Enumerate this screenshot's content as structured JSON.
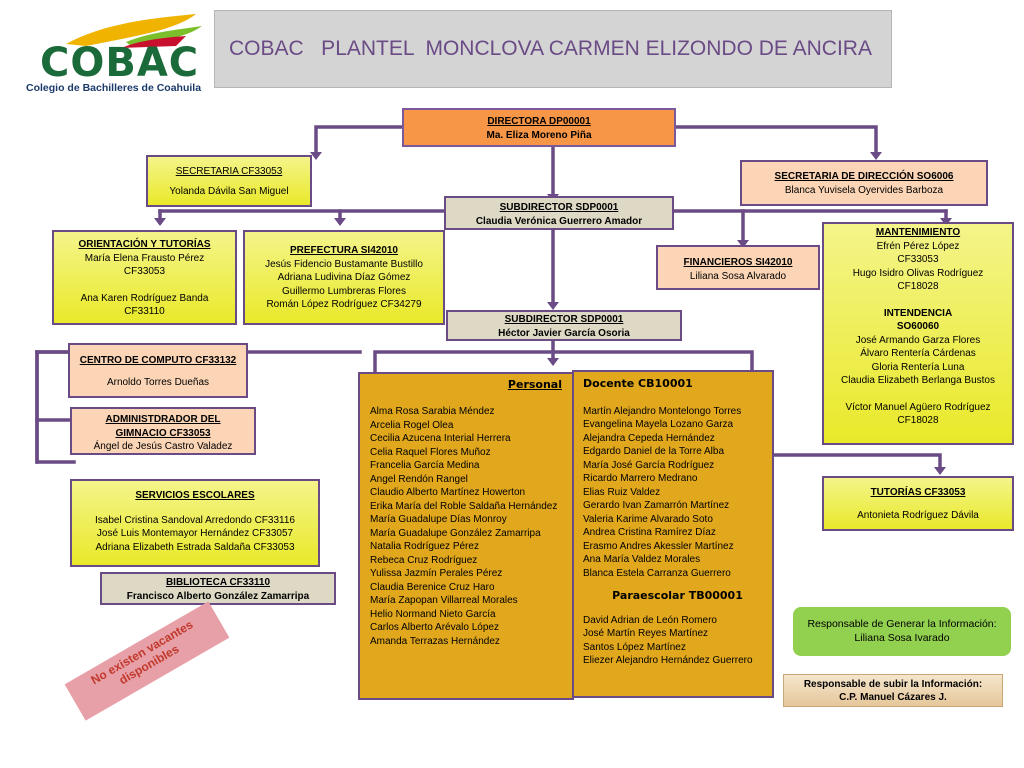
{
  "header": {
    "logo_name": "COBAC",
    "logo_subtitle": "Colegio de Bachilleres de Coahuila",
    "title": "COBAC   PLANTEL  MONCLOVA CARMEN ELIZONDO DE ANCIRA"
  },
  "directora": {
    "title": "DIRECTORA  DP00001",
    "name": "Ma. Eliza Moreno Piña"
  },
  "secretaria": {
    "title": "SECRETARIA   CF33053",
    "name": "Yolanda Dávila San Miguel"
  },
  "secretaria_direccion": {
    "title": "SECRETARIA DE DIRECCIÓN SO6006",
    "name": "Blanca Yuvisela Oyervides Barboza"
  },
  "subdirector1": {
    "title": "SUBDIRECTOR  SDP0001",
    "name": "Claudia Verónica Guerrero Amador"
  },
  "orientacion": {
    "title": "ORIENTACIÓN Y TUTORÍAS",
    "lines": [
      "María Elena Frausto Pérez",
      "CF33053",
      "",
      "Ana Karen Rodríguez Banda",
      "CF33110"
    ]
  },
  "prefectura": {
    "title": "PREFECTURA SI42010",
    "lines": [
      "Jesús Fidencio Bustamante Bustillo",
      "Adriana Ludivina Díaz Gómez",
      "Guillermo Lumbreras Flores",
      "Román López Rodríguez   CF34279"
    ]
  },
  "financieros": {
    "title": "FINANCIEROS  SI42010",
    "name": "Liliana Sosa Alvarado"
  },
  "mantenimiento": {
    "title": "MANTENIMIENTO",
    "lines": [
      "Efrén Pérez López",
      "CF33053",
      "Hugo Isidro Olivas Rodríguez",
      "CF18028"
    ],
    "intendencia_title": "INTENDENCIA",
    "intendencia_code": "SO60060",
    "intendencia_lines": [
      "José Armando Garza Flores",
      "Álvaro Rentería Cárdenas",
      "Gloria Rentería Luna",
      "Claudia Elizabeth Berlanga Bustos",
      "",
      "Víctor Manuel Agüero Rodríguez",
      "CF18028"
    ]
  },
  "subdirector2": {
    "title": "SUBDIRECTOR SDP0001",
    "name": "Héctor Javier García Osoria"
  },
  "centro_computo": {
    "title": "CENTRO DE COMPUTO  CF33132",
    "name": "Arnoldo Torres Dueñas"
  },
  "gimnacio": {
    "title_line1": "ADMINISTDRADOR DEL",
    "title_line2": "GIMNACIO  CF33053",
    "name": "Ángel de Jesús Castro Valadez"
  },
  "personal": {
    "title": "Personal",
    "lines": [
      "Alma Rosa Sarabia Méndez",
      "Arcelia Rogel Olea",
      "Cecilia Azucena Interial Herrera",
      "Celia Raquel Flores Muñoz",
      "Francelia García Medina",
      "Angel Rendón Rangel",
      "Claudio Alberto Martínez Howerton",
      "Erika María del Roble Saldaña Hernández",
      "María Guadalupe Días Monroy",
      "María Guadalupe González Zamarripa",
      "Natalia Rodríguez Pérez",
      "Rebeca Cruz Rodríguez",
      "Yulissa Jazmín Perales Pérez",
      "Claudia Berenice Cruz  Haro",
      "María Zapopan Villarreal Morales",
      "Helio Normand Nieto García",
      "Carlos Alberto Arévalo López",
      "Amanda Terrazas Hernández"
    ]
  },
  "docente": {
    "title": "Docente CB10001",
    "lines": [
      "Martín Alejandro Montelongo Torres",
      "Evangelina Mayela Lozano Garza",
      "Alejandra Cepeda Hernández",
      "Edgardo Daniel de la Torre Alba",
      "María José García Rodríguez",
      "Ricardo Marrero Medrano",
      "Elias Ruiz Valdez",
      "Gerardo Ivan Zamarrón Martínez",
      "Valeria Karime Alvarado Soto",
      "Andrea Cristina Ramírez Díaz",
      "Erasmo Andres Akessler Martínez",
      "Ana María Valdez Morales",
      "Blanca Estela Carranza Guerrero"
    ],
    "paraescolar_title": "Paraescolar TB00001",
    "paraescolar_lines": [
      "David Adrian de León Romero",
      "José Martín  Reyes Martínez",
      "Santos López Martínez",
      "Eliezer Alejandro Hernández Guerrero"
    ]
  },
  "servicios": {
    "title": "SERVICIOS ESCOLARES",
    "lines": [
      "Isabel Cristina Sandoval Arredondo  CF33116",
      "José Luis Montemayor Hernández   CF33057",
      "Adriana Elizabeth Estrada Saldaña   CF33053"
    ]
  },
  "biblioteca": {
    "title": "BIBLIOTECA  CF33110",
    "name": "Francisco Alberto González Zamarripa"
  },
  "tutorias": {
    "title": "TUTORÍAS CF33053",
    "name": "Antonieta Rodríguez Dávila"
  },
  "vacantes": {
    "text_line1": "No existen vacantes",
    "text_line2": "disponibles"
  },
  "responsable_generar": {
    "line1": "Responsable de Generar la Información:",
    "line2": "Liliana Sosa Ivarado"
  },
  "responsable_subir": {
    "line1": "Responsable de subir la Información:",
    "line2": "C.P. Manuel Cázares J."
  },
  "colors": {
    "line": "#6a4b86",
    "yellow": "#e9e92a",
    "orange": "#f79646",
    "gold": "#e1a81e",
    "green": "#92d050",
    "peach": "#fbd5b5"
  }
}
